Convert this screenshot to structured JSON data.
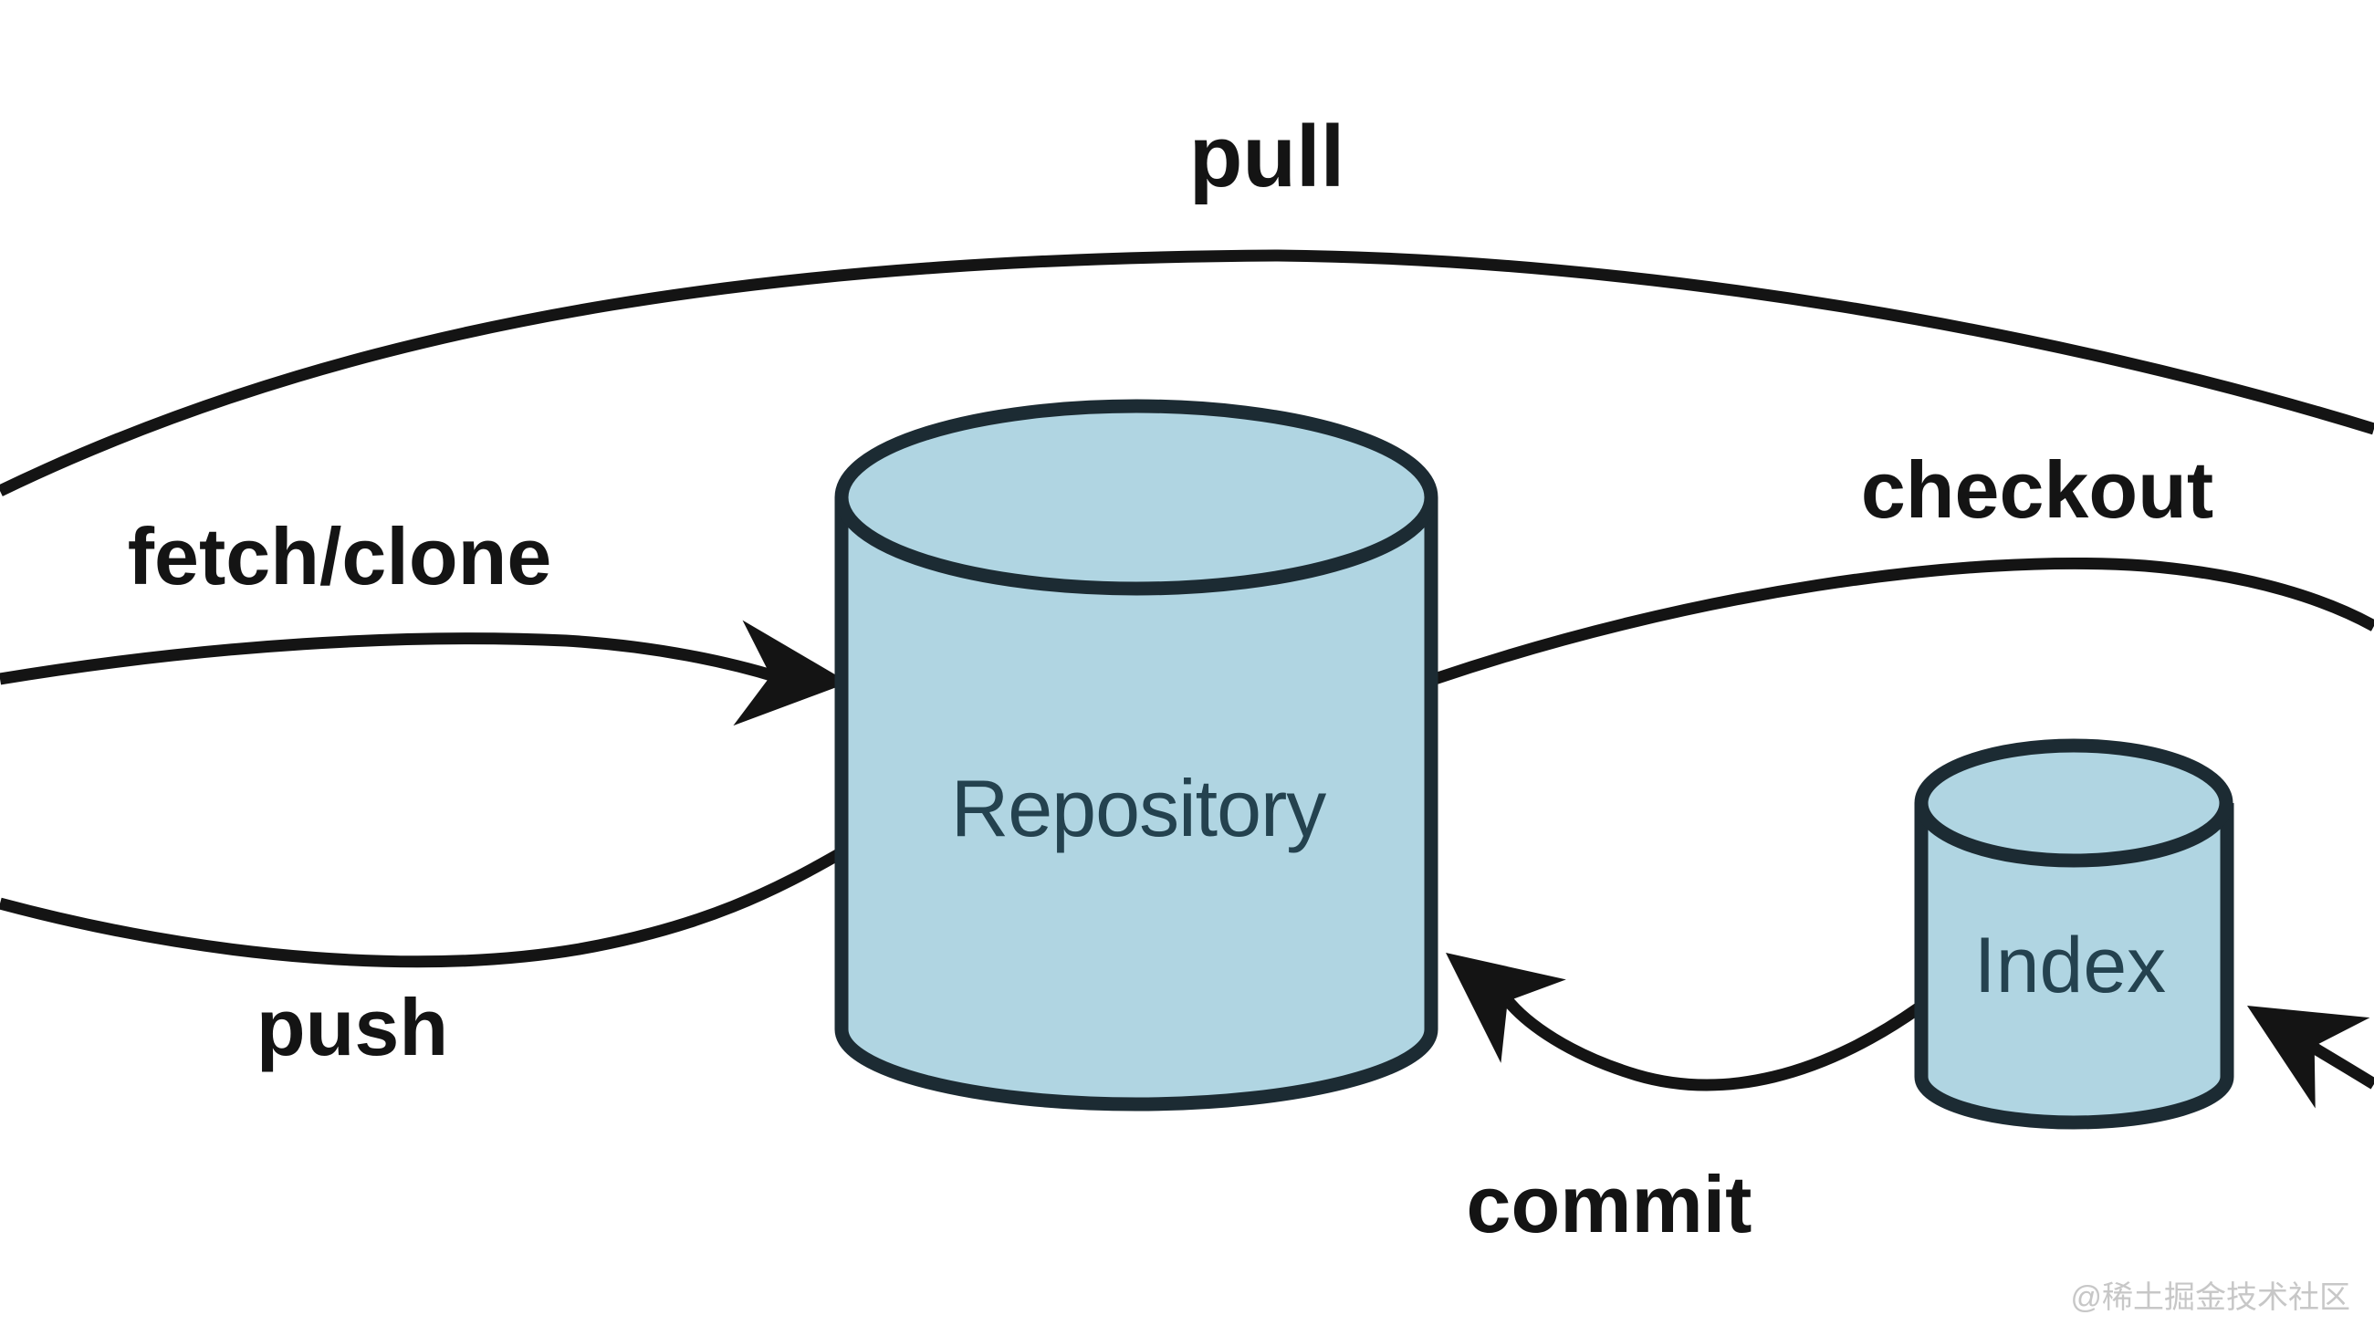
{
  "diagram": {
    "nodes": {
      "repository": {
        "label": "Repository",
        "shape": "cylinder"
      },
      "index": {
        "label": "Index",
        "shape": "cylinder"
      }
    },
    "edges": {
      "pull": {
        "label": "pull"
      },
      "fetch_clone": {
        "label": "fetch/clone",
        "to": "Repository"
      },
      "push": {
        "label": "push",
        "from": "Repository"
      },
      "checkout": {
        "label": "checkout",
        "from": "Repository"
      },
      "commit": {
        "label": "commit",
        "from": "Index",
        "to": "Repository"
      },
      "add_arrow": {
        "to": "Index"
      }
    }
  },
  "watermark": {
    "text": "@稀土掘金技术社区"
  },
  "colors": {
    "bg": "#ffffff",
    "arrow": "#141414",
    "outline": "#1c2b33",
    "cylinder-fill": "#b0d5e2",
    "node-text": "#24424f",
    "label-text": "#141414",
    "watermark": "#c7c7c7"
  }
}
